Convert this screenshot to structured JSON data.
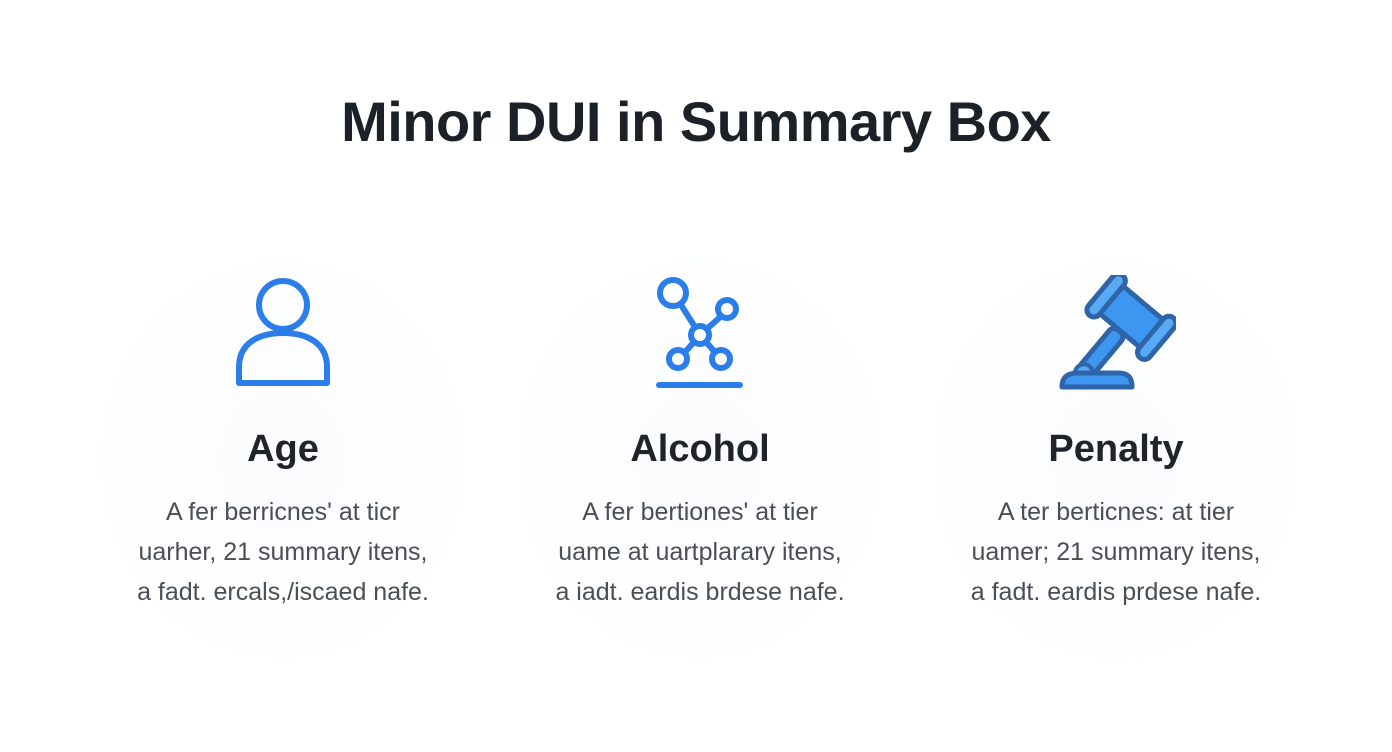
{
  "page": {
    "title": "Minor DUI in Summary Box"
  },
  "colors": {
    "accent_blue": "#2b7de9",
    "gavel_fill": "#3d97f0",
    "gavel_outline": "#2f65a8",
    "title_text": "#1c2128",
    "body_text": "#4a4f56",
    "background": "#ffffff"
  },
  "cards": [
    {
      "icon": "person-icon",
      "title": "Age",
      "lines": [
        "A fer berricnes' at ticr",
        "uarher, 21 summary itens,",
        "a fadt. ercals,/iscaed nafe."
      ]
    },
    {
      "icon": "molecule-icon",
      "title": "Alcohol",
      "lines": [
        "A fer bertiones' at tier",
        "uame at uartplarary itens,",
        "a iadt. eardis brdese nafe."
      ]
    },
    {
      "icon": "gavel-icon",
      "title": "Penalty",
      "lines": [
        "A ter berticnes: at tier",
        "uamer; 21 summary itens,",
        "a fadt. eardis prdese nafe."
      ]
    }
  ]
}
